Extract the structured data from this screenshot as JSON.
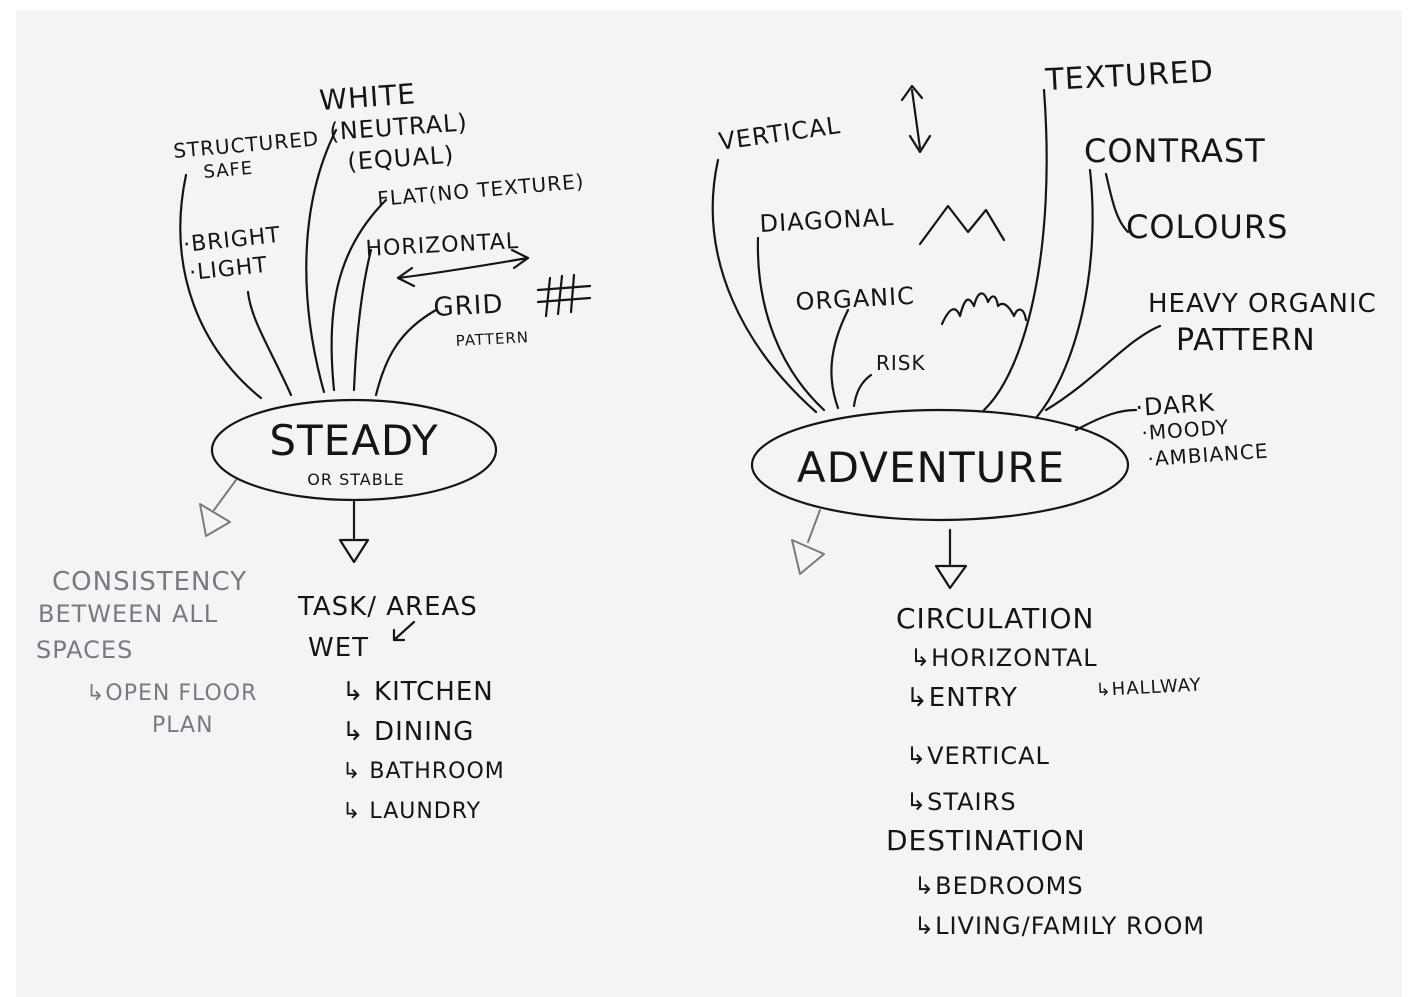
{
  "steady": {
    "title": "STEADY",
    "subtitle": "OR STABLE",
    "attributes": {
      "structured": "STRUCTURED",
      "safe": "SAFE",
      "white": "WHITE",
      "neutral": "(NEUTRAL)",
      "equal": "(EQUAL)",
      "flat": "FLAT(NO TEXTURE)",
      "bright": "·BRIGHT",
      "light": "·LIGHT",
      "horizontal": "HORIZONTAL",
      "grid": "GRID",
      "pattern": "PATTERN"
    },
    "consistency": {
      "line1": "CONSISTENCY",
      "line2": "BETWEEN ALL",
      "line3": "SPACES",
      "line4": "↳OPEN FLOOR",
      "line5": "PLAN"
    },
    "task_areas": {
      "heading": "TASK/ AREAS",
      "wet": "WET",
      "items": [
        "↳ KITCHEN",
        "↳ DINING",
        "↳ BATHROOM",
        "↳ LAUNDRY"
      ]
    }
  },
  "adventure": {
    "title": "ADVENTURE",
    "attributes": {
      "vertical": "VERTICAL",
      "textured": "TEXTURED",
      "contrast": "CONTRAST",
      "colours": "COLOURS",
      "diagonal": "DIAGONAL",
      "organic": "ORGANIC",
      "risk": "RISK",
      "heavy_organic": "HEAVY ORGANIC",
      "pattern": "PATTERN",
      "dark": "·DARK",
      "moody": "·MOODY",
      "ambiance": "·AMBIANCE"
    },
    "circulation": {
      "heading": "CIRCULATION",
      "horizontal": "↳HORIZONTAL",
      "entry": "↳ENTRY",
      "hallway": "↳HALLWAY",
      "vertical": "↳VERTICAL",
      "stairs": "↳STAIRS"
    },
    "destination": {
      "heading": "DESTINATION",
      "bedrooms": "↳BEDROOMS",
      "living": "↳LIVING/FAMILY ROOM"
    }
  }
}
